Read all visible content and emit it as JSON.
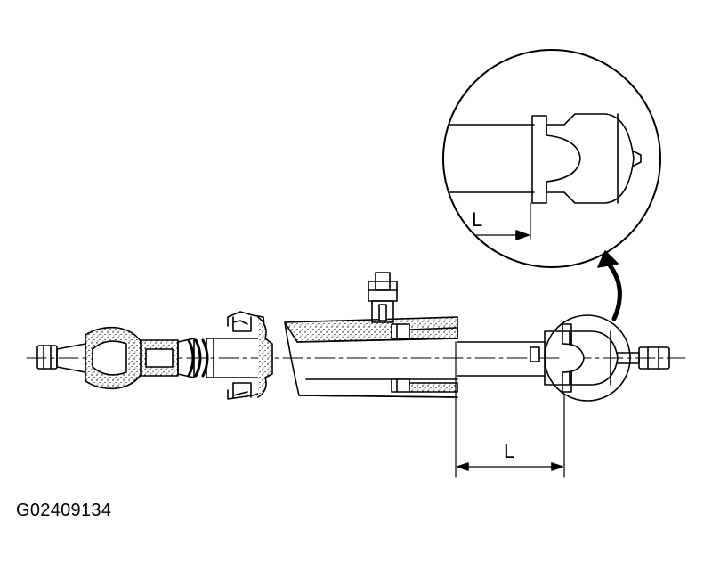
{
  "figure": {
    "code": "G02409134",
    "dimension_label_main": "L",
    "dimension_label_detail": "L",
    "colors": {
      "ink": "#000000",
      "paper": "#ffffff"
    }
  }
}
